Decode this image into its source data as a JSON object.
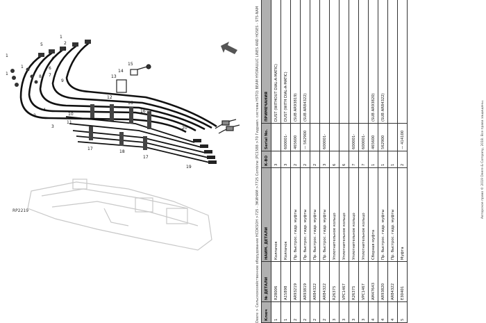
{
  "diagram": {
    "figure_id": "RP2219",
    "callouts": [
      "1",
      "2",
      "3",
      "4",
      "5",
      "6",
      "7",
      "8",
      "9",
      "10",
      "11",
      "12",
      "13",
      "14",
      "15",
      "16",
      "17",
      "18",
      "19",
      "20"
    ]
  },
  "legend_caption": "Deere > Сельскохозяйственное оборудование HCDKSOH >725 - ЭКИНАМ >7725 Combine (PC1588 >70 Гидравл. система HSTO) BEAM HYDRAULIC LINES AND HOSES - STS-NAM",
  "table": {
    "headers": {
      "key": "Ключ",
      "part": "№ ДЕТАЛИ",
      "name": "НАИМ. ДЕТАЛИ",
      "qty": "К-ВО",
      "serial": "Serial No.",
      "note": "ПРИМЕЧАНИЯ"
    },
    "rows": [
      {
        "key": "1",
        "part": "R28006",
        "name": "Колпачок",
        "qty": "3",
        "serial": "",
        "note": "DUST (WITHOUT DIAL-A-MATIC)"
      },
      {
        "key": "1",
        "part": "A15898",
        "name": "Колпачок",
        "qty": "3",
        "serial": "600001-",
        "note": "DUST (WITH DIAL-A-MATIC)"
      },
      {
        "key": "2",
        "part": "AR93219",
        "name": "Пр. быстрос. гидр. муфты",
        "qty": "2",
        "serial": "465600",
        "note": "(SUB AR93819)"
      },
      {
        "key": "2",
        "part": "AR93819",
        "name": "Пр. быстрос. гидр. муфты",
        "qty": "2",
        "serial": "— 562900",
        "note": "(SUB AR84322)"
      },
      {
        "key": "2",
        "part": "AR84322",
        "name": "Пр. быстрос. гидр. муфты",
        "qty": "2",
        "serial": "",
        "note": ""
      },
      {
        "key": "2",
        "part": "AR84322",
        "name": "Пр. быстрос. гидр. муфты",
        "qty": "3",
        "serial": "600001-",
        "note": ""
      },
      {
        "key": "3",
        "part": "R26375",
        "name": "Уплотнительное кольцо",
        "qty": "6",
        "serial": "",
        "note": ""
      },
      {
        "key": "3",
        "part": "VPC1467",
        "name": "Уплотнительное кольцо",
        "qty": "6",
        "serial": "",
        "note": ""
      },
      {
        "key": "3",
        "part": "R26375",
        "name": "Уплотнительное кольцо",
        "qty": "7",
        "serial": "600001-",
        "note": ""
      },
      {
        "key": "3",
        "part": "VPC1467",
        "name": "Уплотнительное кольцо",
        "qty": "7",
        "serial": "600001-",
        "note": ""
      },
      {
        "key": "4",
        "part": "AM47643",
        "name": "Сборная муфта",
        "qty": "1",
        "serial": "465600",
        "note": "(SUB AR93820)"
      },
      {
        "key": "4",
        "part": "AR93820",
        "name": "Пр. быстрос. гидр. муфты",
        "qty": "1",
        "serial": "562900",
        "note": "(SUB AR84322)"
      },
      {
        "key": "4",
        "part": "AR84322",
        "name": "Пр. быстрос. гидр. муфты",
        "qty": "1",
        "serial": "",
        "note": ""
      },
      {
        "key": "5",
        "part": "E30401",
        "name": "Муфта",
        "qty": "2",
        "serial": "— 414100",
        "note": ""
      }
    ]
  },
  "copyright": "Авторское право © 2019 Deere & Company, 2018. Все права защищены."
}
